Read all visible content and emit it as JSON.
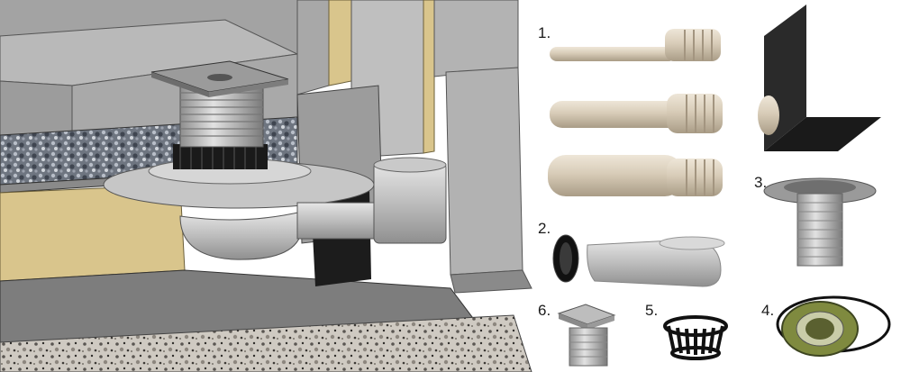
{
  "labels": {
    "l1": "1.",
    "l2": "2.",
    "l3": "3.",
    "l4": "4.",
    "l5": "5.",
    "l6": "6."
  },
  "colors": {
    "pipe_beige": "#d4c7b3",
    "insulation_yellow": "#d9c58c",
    "concrete_gray": "#9a9a9a",
    "membrane_black": "#1c1c1c",
    "metal_gray": "#b8b8b8",
    "ring_green": "#8c8f4a"
  }
}
